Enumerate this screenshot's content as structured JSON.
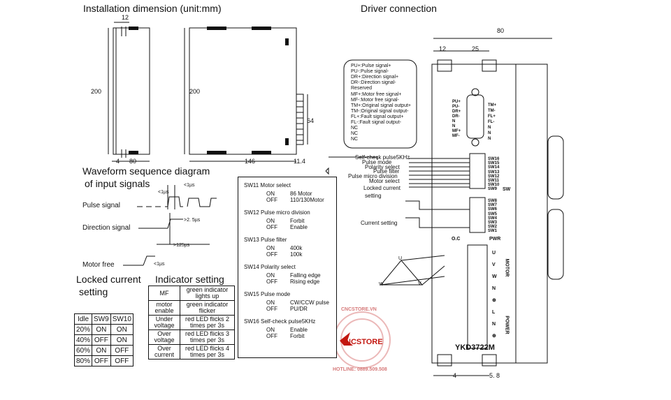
{
  "titles": {
    "installation": "Installation dimension (unit:mm)",
    "driver": "Driver connection",
    "waveform_line1": "Waveform sequence diagram",
    "waveform_line2": "of input signals",
    "locked_line1": "Locked current",
    "locked_line2": "setting",
    "indicator": "Indicator setting"
  },
  "dims": {
    "d12": "12",
    "d200a": "200",
    "d80a": "80",
    "d4": "4",
    "d200b": "200",
    "d146": "146",
    "d64": "64",
    "d114": "11.4",
    "d80b": "80",
    "d12b": "12",
    "d25": "25",
    "d4b": "4",
    "d58": "5. 8"
  },
  "waveform": {
    "t1": "<1µs",
    "t2": "<1µs",
    "t3": ">2. 5µs",
    "t4": ">125µs",
    "t5": "<1µs",
    "pulse": "Pulse signal",
    "direction": "Direction signal",
    "motorfree": "Motor free"
  },
  "legend": [
    "PU+:Pulse signal+",
    "PU-:Pulse signal-",
    "DR+:Direction signal+",
    "DR-:Direction signal-",
    "Reserved",
    "MF+:Motor free signal+",
    "MF-:Motor free signal-",
    "TM+:Original signal output+",
    "TM-:Original signal output-",
    "FL+:Fault signal output+",
    "FL-:Fault signal output-",
    "NC",
    "NC",
    "NC"
  ],
  "connector_left": [
    "PU+",
    "PU-",
    "DR+",
    "DR-",
    "N",
    "N",
    "MF+",
    "MF-"
  ],
  "connector_right": [
    "TM+",
    "TM-",
    "FL+",
    "FL-",
    "N",
    "N",
    "N"
  ],
  "sw_labels_top": [
    "SW16",
    "SW15",
    "SW14",
    "SW13",
    "SW12",
    "SW11",
    "SW10",
    "SW9"
  ],
  "sw_labels_bottom": [
    "SW8",
    "SW7",
    "SW6",
    "SW5",
    "SW4",
    "SW3",
    "SW2",
    "SW1"
  ],
  "sw_side": "SW",
  "callouts": [
    "Self-check pulse5KHz",
    "Pulse mode",
    "Polarity select",
    "Pulse filter",
    "Pulse micro division",
    "Motor select",
    "Locked current",
    "setting",
    "Current setting"
  ],
  "panel": {
    "oc": "O.C",
    "pwr": "PWR",
    "terms": [
      "U",
      "V",
      "W",
      "N",
      "⊕",
      "L",
      "N",
      "⊕"
    ],
    "motor": "MOTOR",
    "power": "POWER",
    "model": "YKD3722M",
    "u": "U",
    "v": "V",
    "w": "W"
  },
  "sw_settings": [
    {
      "title": "SW11  Motor select",
      "rows": [
        [
          "ON",
          "86 Motor"
        ],
        [
          "OFF",
          "110/130Motor"
        ]
      ]
    },
    {
      "title": "SW12  Pulse micro division",
      "rows": [
        [
          "ON",
          "Forbit"
        ],
        [
          "OFF",
          "Enable"
        ]
      ]
    },
    {
      "title": "SW13  Pulse filter",
      "rows": [
        [
          "ON",
          "400k"
        ],
        [
          "OFF",
          "100k"
        ]
      ]
    },
    {
      "title": "SW14  Polarity select",
      "rows": [
        [
          "ON",
          "Falling edge"
        ],
        [
          "OFF",
          "Rising edge"
        ]
      ]
    },
    {
      "title": "SW15  Pulse mode",
      "rows": [
        [
          "ON",
          "CW/CCW pulse"
        ],
        [
          "OFF",
          "PU/DR"
        ]
      ]
    },
    {
      "title": "SW16  Self-check pulse5KHz",
      "rows": [
        [
          "ON",
          "Enable"
        ],
        [
          "OFF",
          "Forbit"
        ]
      ]
    }
  ],
  "locked_table": {
    "headers": [
      "Idle",
      "SW9",
      "SW10"
    ],
    "rows": [
      [
        "20%",
        "ON",
        "ON"
      ],
      [
        "40%",
        "OFF",
        "ON"
      ],
      [
        "60%",
        "ON",
        "OFF"
      ],
      [
        "80%",
        "OFF",
        "OFF"
      ]
    ]
  },
  "indicator_table": [
    [
      "MF",
      "green indicator lights up"
    ],
    [
      "motor enable",
      "green indicator flicker"
    ],
    [
      "Under voltage",
      "red LED flicks 2 times per 3s"
    ],
    [
      "Over voltage",
      "red LED flicks 3 times per 3s"
    ],
    [
      "Over current",
      "red LED flicks 4 times per 3s"
    ]
  ],
  "watermark": {
    "brand": "NCSTORE",
    "ring_top": "CNCSTORE.VN",
    "ring_bottom": "HOTLINE: 0889.509.508"
  }
}
